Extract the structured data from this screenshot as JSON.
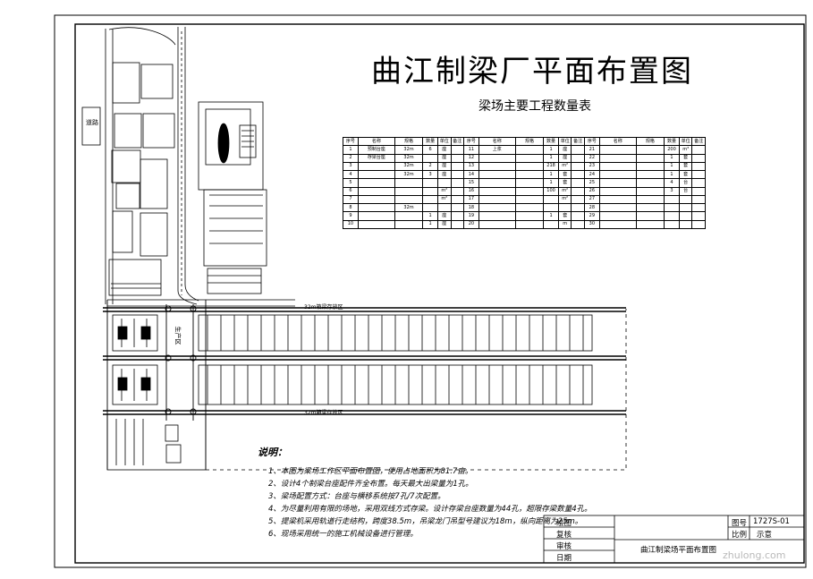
{
  "drawing": {
    "title": "曲江制梁厂平面布置图",
    "subtitle": "梁场主要工程数量表"
  },
  "quantity_table": {
    "headers": [
      "序号",
      "名称",
      "规格",
      "数量",
      "单位",
      "备注",
      "序号",
      "名称",
      "规格",
      "数量",
      "单位",
      "备注",
      "序号",
      "名称",
      "规格",
      "数量",
      "单位",
      "备注"
    ],
    "rows": [
      [
        "1",
        "预制台座",
        "32m",
        "6",
        "座",
        "",
        "11",
        "上浆",
        "",
        "1",
        "座",
        "",
        "21",
        "",
        "",
        "200",
        "m³",
        ""
      ],
      [
        "2",
        "存梁台座",
        "32m",
        "",
        "座",
        "",
        "12",
        "",
        "",
        "1",
        "座",
        "",
        "22",
        "",
        "",
        "1",
        "套",
        ""
      ],
      [
        "3",
        "",
        "32m",
        "2",
        "座",
        "",
        "13",
        "",
        "",
        "218",
        "m²",
        "",
        "23",
        "",
        "",
        "1",
        "套",
        ""
      ],
      [
        "4",
        "",
        "32m",
        "3",
        "座",
        "",
        "14",
        "",
        "",
        "1",
        "套",
        "",
        "24",
        "",
        "",
        "1",
        "套",
        ""
      ],
      [
        "5",
        "",
        "",
        "",
        "",
        "",
        "15",
        "",
        "",
        "1",
        "套",
        "",
        "25",
        "",
        "",
        "4",
        "台",
        ""
      ],
      [
        "6",
        "",
        "",
        "",
        "m²",
        "",
        "16",
        "",
        "",
        "100",
        "m²",
        "",
        "26",
        "",
        "",
        "3",
        "台",
        ""
      ],
      [
        "7",
        "",
        "",
        "",
        "m²",
        "",
        "17",
        "",
        "",
        "",
        "m²",
        "",
        "27",
        "",
        "",
        "",
        "",
        " "
      ],
      [
        "8",
        "",
        "32m",
        "",
        "",
        "",
        "18",
        "",
        "",
        "",
        "",
        "",
        "28",
        "",
        "",
        "",
        "",
        ""
      ],
      [
        "9",
        "",
        "",
        "1",
        "座",
        "",
        "19",
        "",
        "",
        "1",
        "套",
        "",
        "29",
        "",
        "",
        "",
        "",
        ""
      ],
      [
        "10",
        "",
        "",
        "1",
        "座",
        "",
        "20",
        "",
        "",
        "",
        "m",
        "",
        "30",
        "",
        "",
        "",
        "",
        ""
      ]
    ]
  },
  "notes": {
    "heading": "说明：",
    "items": [
      "1、本图为梁场工作区平面布置图，使用占地面积为81.7亩。",
      "2、设计4个制梁台座配件齐全布置。每天最大出梁量为1孔。",
      "3、梁场配置方式：台座与横移系统按7孔/7次配置。",
      "4、为尽量利用有限的场地，采用双线方式存梁。设计存梁台座数量为44孔，超限存梁数量4孔。",
      "5、提梁机采用轨道行走结构，跨度38.5m，吊梁龙门吊型号建议为18m，纵向距离为25m。",
      "6、现场采用统一的施工机械设备进行管理。"
    ]
  },
  "title_block": {
    "labels": [
      "绘图",
      "复核",
      "审核",
      "日期"
    ],
    "drawing_name": "曲江制梁场平面布置图",
    "number_label": "图号",
    "number_value": "1727S-01",
    "scale_label": "比例",
    "scale_value": "示意"
  },
  "plan_labels": {
    "road_label": "道路",
    "left_yard": "生产区",
    "beam_row_1": "32m箱梁存放区",
    "beam_row_2": "32m箱梁存放区"
  },
  "watermark": "zhulong.com"
}
